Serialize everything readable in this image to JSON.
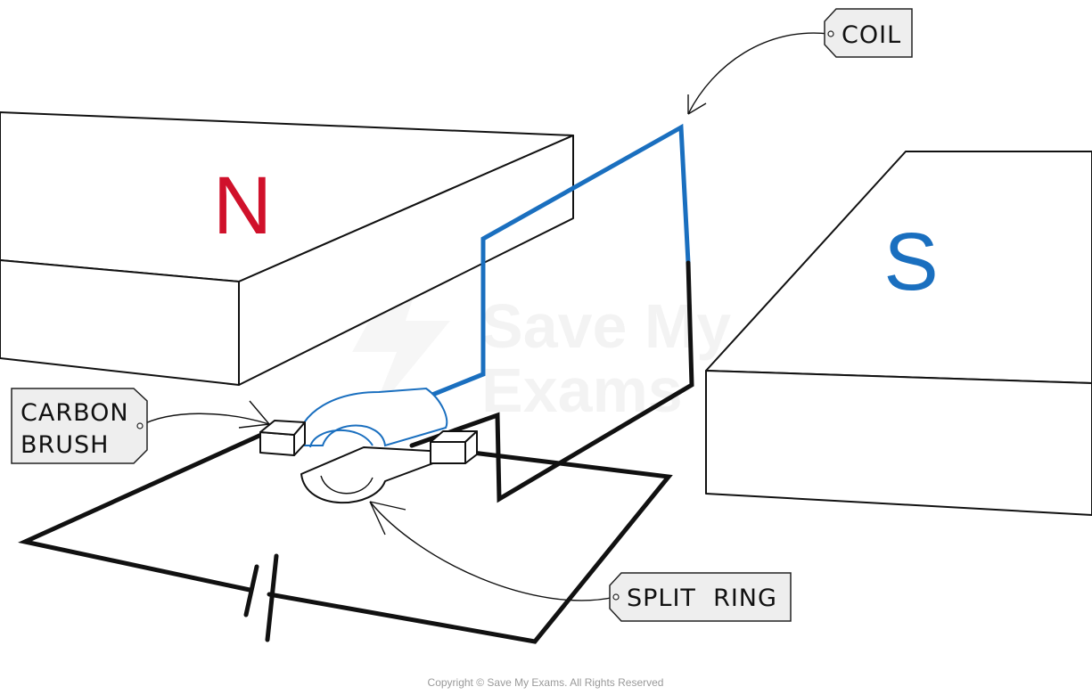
{
  "labels": {
    "north": "N",
    "south": "S",
    "coil": "COIL",
    "carbon_brush_line1": "CARBON",
    "carbon_brush_line2": "BRUSH",
    "split_ring": "SPLIT  RING"
  },
  "watermark": {
    "line1": "Save My",
    "line2": "Exams"
  },
  "copyright": "Copyright © Save My Exams. All Rights Reserved",
  "colors": {
    "north": "#d0112b",
    "south": "#1a6fbf",
    "coil": "#1a6fbf",
    "wire": "#111111"
  }
}
